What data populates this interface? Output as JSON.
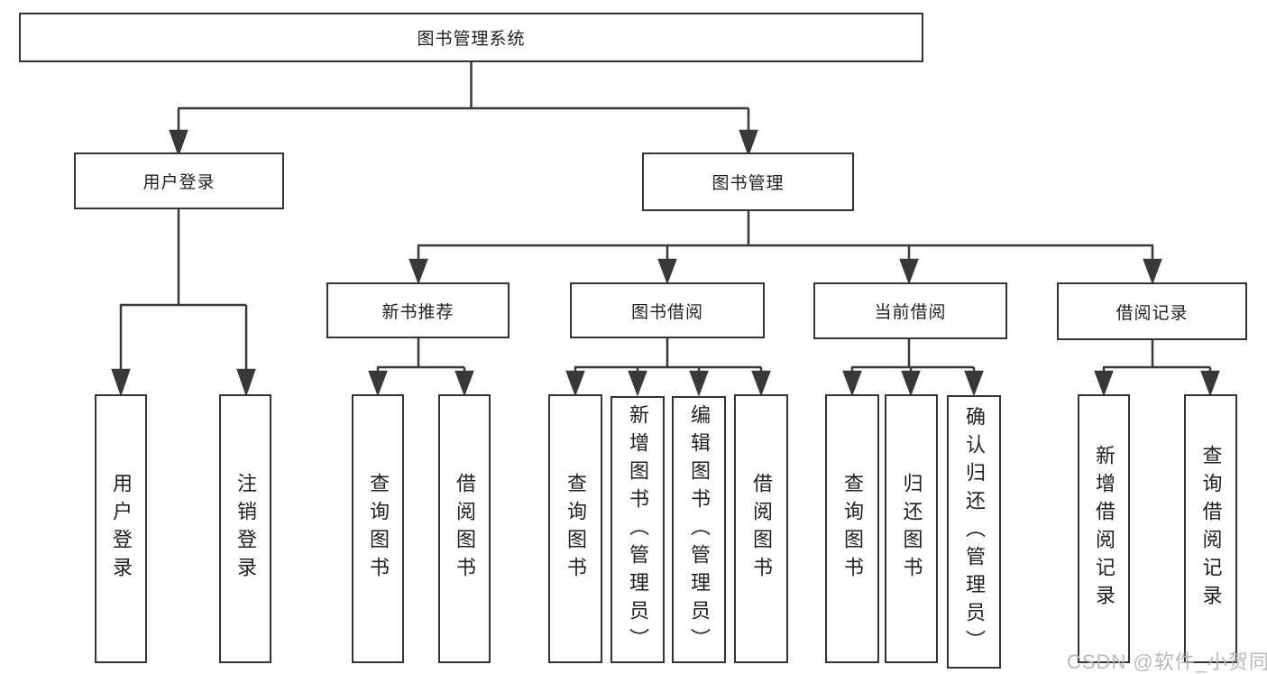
{
  "tree": {
    "root": {
      "label": "图书管理系统",
      "children": [
        {
          "label": "用户登录",
          "children": [
            {
              "label": "用户登录"
            },
            {
              "label": "注销登录"
            }
          ]
        },
        {
          "label": "图书管理",
          "children": [
            {
              "label": "新书推荐",
              "children": [
                {
                  "label": "查询图书"
                },
                {
                  "label": "借阅图书"
                }
              ]
            },
            {
              "label": "图书借阅",
              "children": [
                {
                  "label": "查询图书"
                },
                {
                  "label": "新增图书（管理员）"
                },
                {
                  "label": "编辑图书（管理员）"
                },
                {
                  "label": "借阅图书"
                }
              ]
            },
            {
              "label": "当前借阅",
              "children": [
                {
                  "label": "查询图书"
                },
                {
                  "label": "归还图书"
                },
                {
                  "label": "确认归还（管理员）"
                }
              ]
            },
            {
              "label": "借阅记录",
              "children": [
                {
                  "label": "新增借阅记录"
                },
                {
                  "label": "查询借阅记录"
                }
              ]
            }
          ]
        }
      ]
    }
  },
  "watermark": {
    "text": "CSDN @软件_小贺同学"
  },
  "colors": {
    "line": "#383838",
    "box_border": "#333333",
    "text": "#1f1f1f",
    "background": "#ffffff",
    "watermark": "#b3b3b3"
  }
}
